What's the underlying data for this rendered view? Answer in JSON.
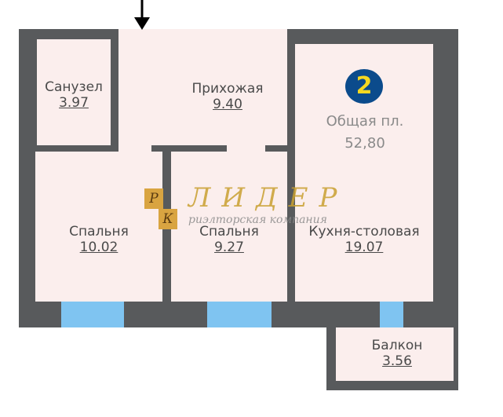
{
  "plan": {
    "apartment_number": "2",
    "total_label": "Общая пл.",
    "total_value": "52,80",
    "rooms": {
      "bathroom": {
        "name": "Санузел",
        "area": "3.97"
      },
      "hallway": {
        "name": "Прихожая",
        "area": "9.40"
      },
      "bedroom1": {
        "name": "Спальня",
        "area": "10.02"
      },
      "bedroom2": {
        "name": "Спальня",
        "area": "9.27"
      },
      "kitchen": {
        "name": "Кухня-столовая",
        "area": "19.07"
      },
      "balcony": {
        "name": "Балкон",
        "area": "3.56"
      }
    }
  },
  "logo": {
    "letter_top": "Р",
    "letter_bottom": "К",
    "name": "ЛИДЕР",
    "tagline": "риэлторская компания"
  },
  "colors": {
    "wall": "#585a5c",
    "room": "#fbeeed",
    "window": "#7fc4f1",
    "badge": "#0b4b8c",
    "badge_text": "#f5d820"
  }
}
